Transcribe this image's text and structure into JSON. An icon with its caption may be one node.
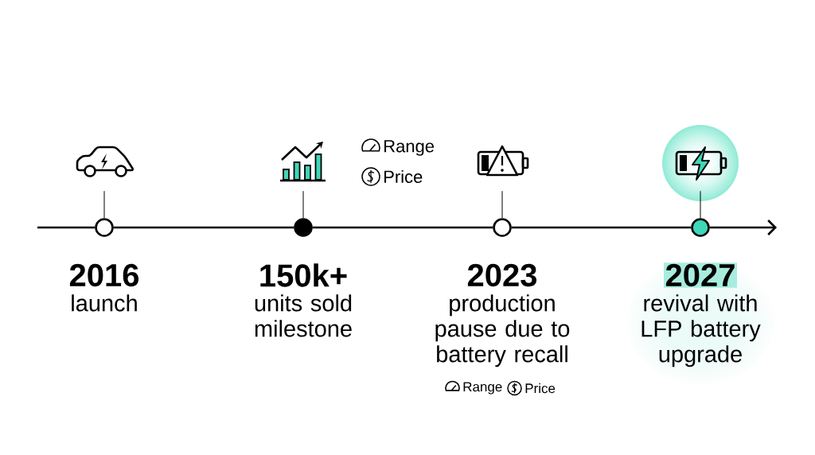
{
  "diagram": {
    "nodes": [
      {
        "text": [],
        "shape": "picture"
      },
      {
        "text": [],
        "shape": "picture"
      },
      {
        "text": [],
        "shape": "picture"
      },
      {
        "text": [],
        "shape": "picture"
      },
      {
        "text": [],
        "shape": "circle",
        "beside": [
          "2016",
          "launch"
        ]
      },
      {
        "text": [],
        "shape": "circle",
        "beside": [
          "150k+",
          "units sold milestone"
        ]
      },
      {
        "text": [],
        "shape": "circle",
        "beside": [
          "2023",
          "production pause due to battery recall"
        ]
      },
      {
        "text": [],
        "shape": "circle",
        "beside": [
          "2027",
          "revival with LFP battery upgrade"
        ]
      }
    ],
    "edges": [
      {
        "from": 0,
        "to": 4,
        "arrow": "none"
      },
      {
        "from": 1,
        "to": 5,
        "arrow": "none"
      },
      {
        "from": 2,
        "to": 6,
        "arrow": "none"
      },
      {
        "from": 3,
        "to": 7,
        "arrow": "none"
      },
      {
        "from": null,
        "to": 4,
        "arrow": "none"
      },
      {
        "from": 4,
        "to": 5,
        "arrow": "none"
      },
      {
        "from": 5,
        "to": 6,
        "arrow": "none"
      },
      {
        "from": 6,
        "to": 7,
        "arrow": "none"
      },
      {
        "from": 7,
        "to": null,
        "arrow": "to"
      }
    ],
    "labels": [
      "Range",
      "Price",
      "Range",
      "Price"
    ]
  }
}
